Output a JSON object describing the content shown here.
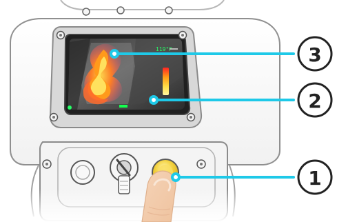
{
  "diagram": {
    "callouts": [
      {
        "number": "3",
        "target": "live-thermal-image"
      },
      {
        "number": "2",
        "target": "color-temperature-bar"
      },
      {
        "number": "1",
        "target": "power-button"
      }
    ],
    "screen": {
      "readout": "119°F"
    },
    "colors": {
      "callout_line": "#1ec9e8",
      "callout_ring": "#222222",
      "housing_outline": "#8f8f8f",
      "screen_bezel": "#202020",
      "button_yellow": "#f0c51a",
      "flame_orange": "#ff8b1f"
    }
  }
}
